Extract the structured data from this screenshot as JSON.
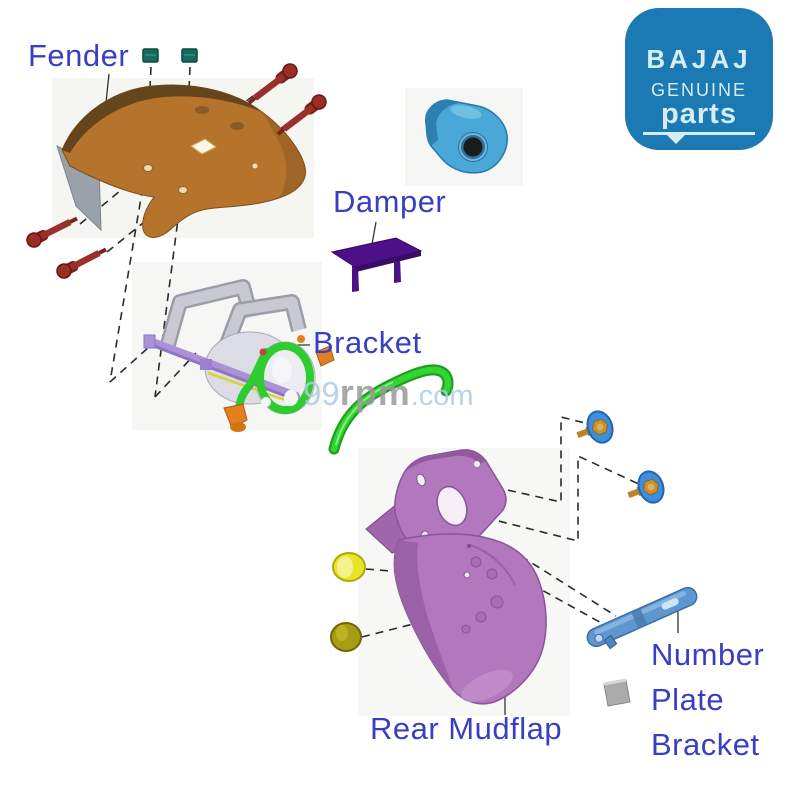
{
  "canvas": {
    "background": "#ffffff"
  },
  "labels": {
    "color": "#3a3fc1",
    "fender": "Fender",
    "damper": "Damper",
    "bracket": "Bracket",
    "rear_mudflap": "Rear Mudflap",
    "number_plate": {
      "line1": "Number",
      "line2": "Plate",
      "line3": "Bracket"
    }
  },
  "watermark": {
    "site_prefix": "99",
    "site_mid": "rpm",
    "site_suffix": ".com",
    "prefix_color": "#aecbe5",
    "mid_color": "#9a9a9a"
  },
  "logo": {
    "brand": "BAJAJ",
    "tagline": "GENUINE",
    "product": "parts",
    "background_color": "#1b79b4",
    "text_color": "#d6eef3"
  },
  "parts": {
    "fender": {
      "label": "Fender",
      "body_color": "#b5732c",
      "shadow_color": "#64451c",
      "flap_color": "#9ba1a9"
    },
    "fender_nut": {
      "color": "#17695e"
    },
    "fender_bolt": {
      "color": "#99302a",
      "head_color": "#9c2c26"
    },
    "damper_clamp": {
      "color": "#49a8d8"
    },
    "damper": {
      "label": "Damper",
      "color": "#4d1187"
    },
    "bracket": {
      "label": "Bracket",
      "frame_color": "#c9c9d2",
      "rail_color": "#ab92d6",
      "ring_color": "#2ecc2e",
      "tab_color": "#e2801f"
    },
    "grab_handle": {
      "color": "#32d632"
    },
    "rear_mudflap": {
      "label": "Rear Mudflap",
      "color": "#b277bc"
    },
    "cap_bright": {
      "color": "#e9e428"
    },
    "cap_dark": {
      "color": "#a89c12"
    },
    "washer_bolt": {
      "washer_color": "#3d8ede",
      "bolt_color": "#c79234"
    },
    "number_plate_bracket": {
      "label": "Number Plate Bracket",
      "color": "#5e96cf"
    },
    "spacer_block": {
      "color": "#aaaaaa"
    }
  }
}
